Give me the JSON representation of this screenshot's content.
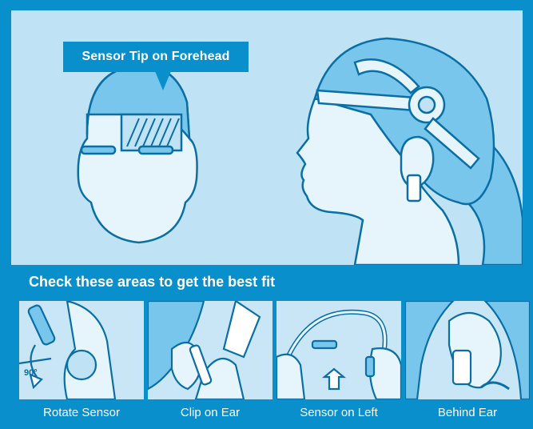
{
  "callout": {
    "label": "Sensor Tip on Forehead"
  },
  "section": {
    "title": "Check these areas to get the best fit"
  },
  "steps": [
    {
      "caption": "Rotate Sensor",
      "angle_label": "90°"
    },
    {
      "caption": "Clip on Ear"
    },
    {
      "caption": "Sensor on Left"
    },
    {
      "caption": "Behind Ear"
    }
  ],
  "colors": {
    "frame": "#0a8fcd",
    "background_light": "#bfe2f5",
    "hair": "#79c6ec",
    "skin": "#e6f4fc",
    "outline": "#0a6fa5"
  }
}
